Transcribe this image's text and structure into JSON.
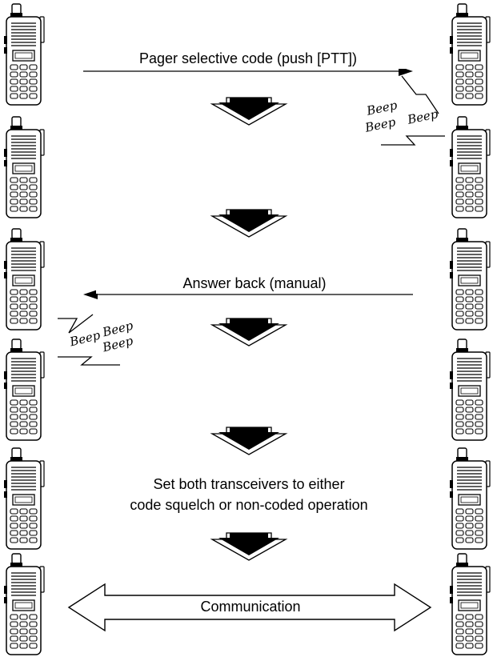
{
  "messages": {
    "pager_code": "Pager selective code (push [PTT])",
    "answer_back": "Answer back (manual)",
    "set_both_line1": "Set both transceivers to either",
    "set_both_line2": "code squelch or non-coded operation",
    "communication": "Communication"
  },
  "beep": {
    "word": "Beep"
  },
  "colors": {
    "line": "#000000",
    "background": "#ffffff"
  }
}
